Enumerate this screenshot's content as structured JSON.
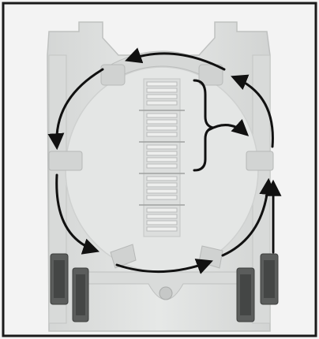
{
  "image": {
    "subject": "fiber-splice-tray",
    "caption": "",
    "colors": {
      "background": "#f2f2f2",
      "tray": "#e1e3e2",
      "tray_shadow": "#c9cbca",
      "tray_edge": "#bfc1c0",
      "holder_dark": "#5f6160",
      "holder_darker": "#3f4140",
      "arrow": "#111111",
      "frame": "#1a1a1a"
    },
    "annotations": {
      "arrows": [
        "routing-arrow-top",
        "routing-arrow-left",
        "routing-arrow-bottom",
        "routing-arrow-right-upper",
        "routing-arrow-right-lower",
        "routing-arrow-brace"
      ],
      "brace": "splice-slots-brace"
    }
  }
}
